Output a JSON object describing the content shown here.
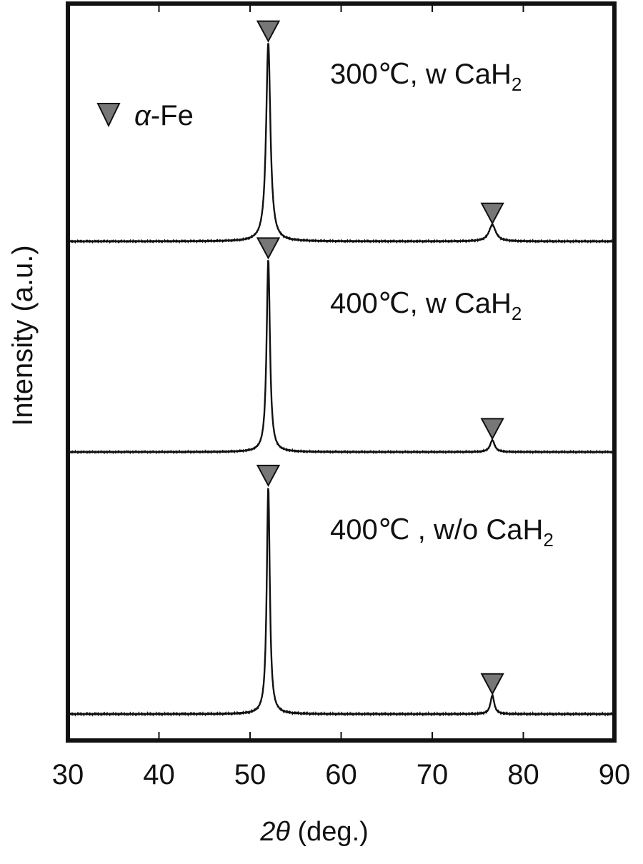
{
  "chart_data": {
    "type": "line",
    "xlabel_italic": "2θ",
    "xlabel_rest": " (deg.)",
    "ylabel": "Intensity (a.u.)",
    "xlim": [
      30,
      90
    ],
    "xticks": [
      30,
      40,
      50,
      60,
      70,
      80,
      90
    ],
    "legend": {
      "symbol": "triangle-down",
      "label_italic": "α",
      "label_rest": "-Fe",
      "placement": "top-left"
    },
    "marker_color": "#777777",
    "line_color": "#111111",
    "peak_positions": [
      52.0,
      76.6
    ],
    "series": [
      {
        "label_main": "300℃,  w CaH",
        "label_sub": "2",
        "peaks": [
          {
            "x": 52.0,
            "height": 0.96,
            "width": 0.28
          },
          {
            "x": 76.6,
            "height": 0.08,
            "width": 0.45
          }
        ]
      },
      {
        "label_main": "400℃, w CaH",
        "label_sub": "2",
        "peaks": [
          {
            "x": 52.0,
            "height": 0.97,
            "width": 0.22
          },
          {
            "x": 76.6,
            "height": 0.06,
            "width": 0.3
          }
        ]
      },
      {
        "label_main": "400℃ , w/o CaH",
        "label_sub": "2",
        "peaks": [
          {
            "x": 52.0,
            "height": 0.97,
            "width": 0.2
          },
          {
            "x": 76.6,
            "height": 0.08,
            "width": 0.25
          }
        ]
      }
    ]
  }
}
